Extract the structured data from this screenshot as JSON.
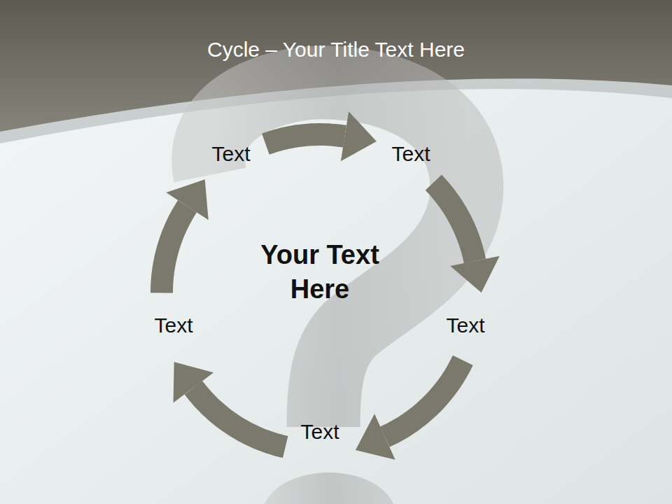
{
  "diagram": {
    "title": "Cycle – Your Title Text Here",
    "nodes": [
      {
        "text": [
          "Text"
        ]
      },
      {
        "text": [
          "Text"
        ]
      },
      {
        "text": [
          "Text"
        ]
      },
      {
        "text": [
          "Text"
        ]
      },
      {
        "text": [
          "Text"
        ]
      }
    ],
    "edges": [
      {
        "from": 0,
        "to": 1,
        "arrow": "to"
      },
      {
        "from": 1,
        "to": 3,
        "arrow": "to"
      },
      {
        "from": 3,
        "to": 4,
        "arrow": "to"
      },
      {
        "from": 4,
        "to": 2,
        "arrow": "to"
      },
      {
        "from": 2,
        "to": 0,
        "arrow": "to"
      }
    ],
    "labels": [
      "Your Text Here"
    ]
  }
}
